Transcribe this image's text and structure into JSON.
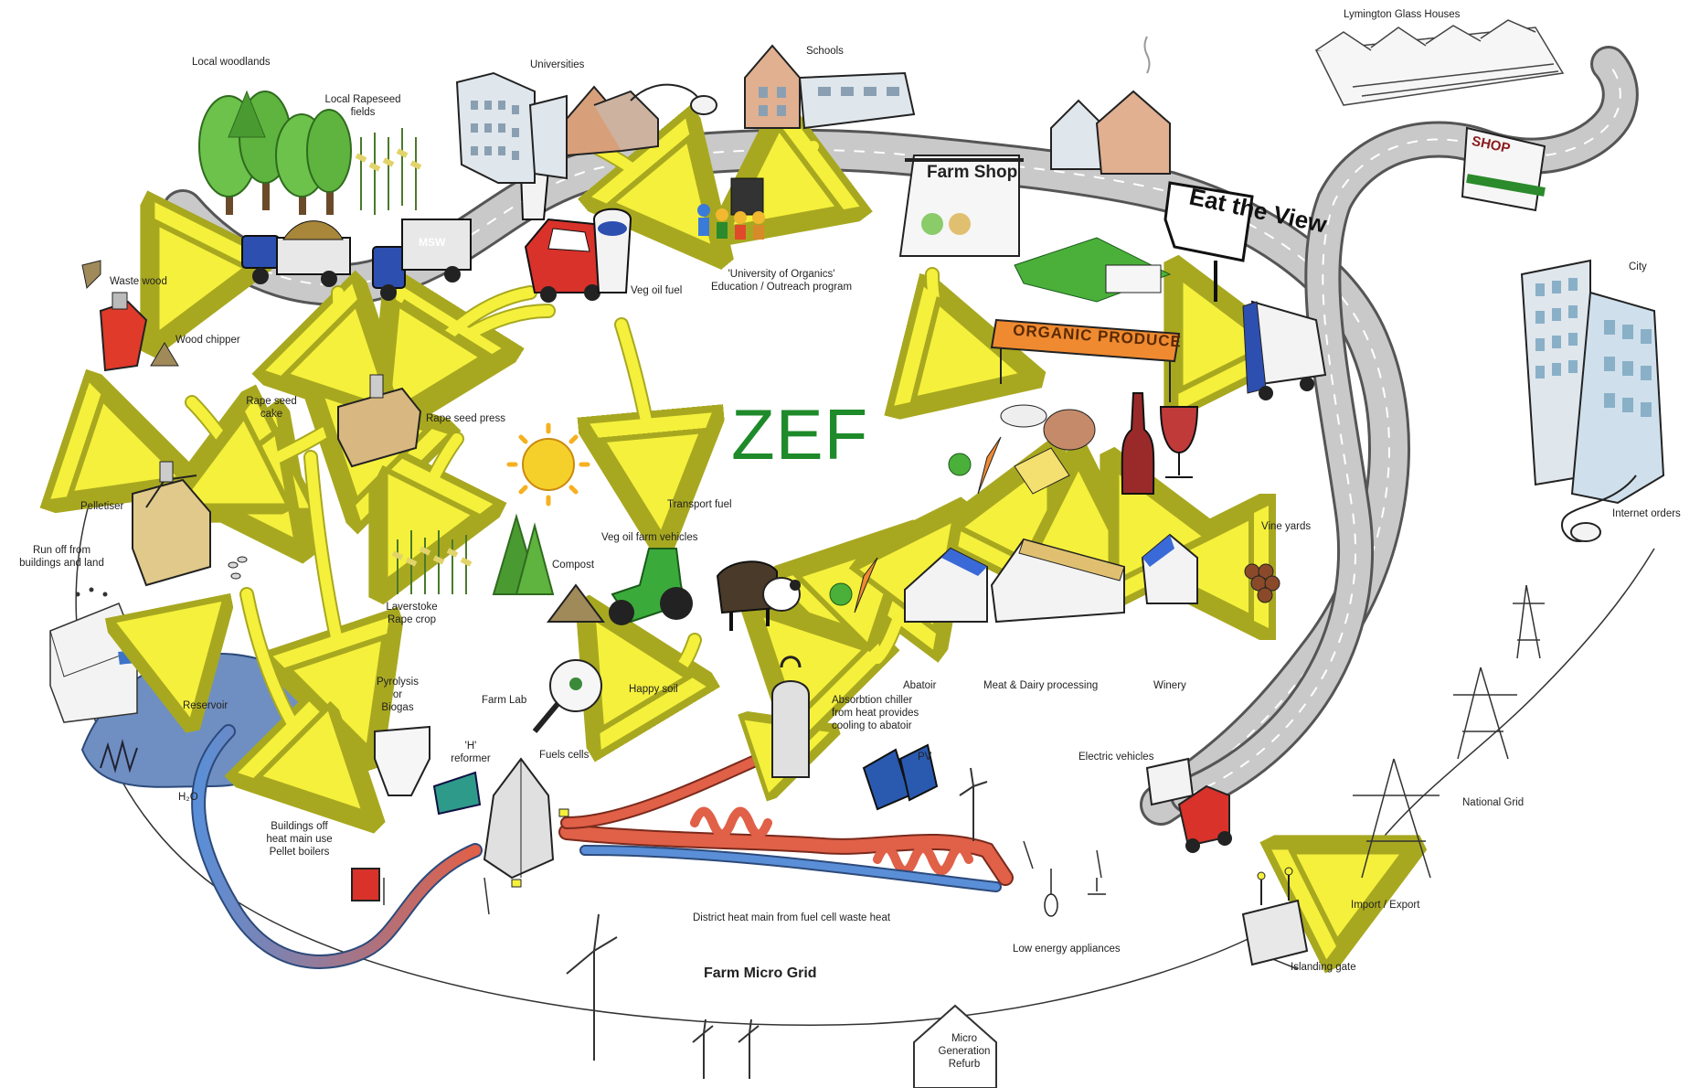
{
  "title": "ZEF",
  "micro_grid_title": "Farm Micro Grid",
  "signs": {
    "farm_shop": "Farm Shop",
    "eat_the_view": "Eat the View",
    "organic_produce": "ORGANIC PRODUCE",
    "shop": "SHOP",
    "msw": "MSW"
  },
  "labels": {
    "lymington": "Lymington Glass Houses",
    "local_woodlands": "Local woodlands",
    "local_rapeseed_1": "Local Rapeseed",
    "local_rapeseed_2": "fields",
    "universities": "Universities",
    "schools": "Schools",
    "univ_org_1": "'University of Organics'",
    "univ_org_2": "Education / Outreach program",
    "veg_oil_fuel": "Veg oil fuel",
    "waste_wood": "Waste wood",
    "wood_chipper": "Wood chipper",
    "rape_seed_cake_1": "Rape seed",
    "rape_seed_cake_2": "cake",
    "rape_seed_press": "Rape seed press",
    "pelletiser": "Pelletiser",
    "run_off_1": "Run off from",
    "run_off_2": "buildings and land",
    "reservoir": "Reservoir",
    "h2o": "H₂O",
    "laverstoke_1": "Laverstoke",
    "laverstoke_2": "Rape crop",
    "compost": "Compost",
    "transport_fuel": "Transport fuel",
    "veg_oil_vehicles": "Veg oil farm vehicles",
    "happy_soil": "Happy soil",
    "farm_lab": "Farm Lab",
    "pyrolysis_1": "Pyrolysis",
    "pyrolysis_2": "or",
    "pyrolysis_3": "Biogas",
    "h_reformer_1": "'H'",
    "h_reformer_2": "reformer",
    "fuels_cells": "Fuels cells",
    "buildings_off_1": "Buildings off",
    "buildings_off_2": "heat main use",
    "buildings_off_3": "Pellet boilers",
    "absorption_1": "Absorbtion chiller",
    "absorption_2": "from heat provides",
    "absorption_3": "cooling to abatoir",
    "pv": "PV",
    "district_heat": "District heat main from fuel cell waste heat",
    "low_energy": "Low energy appliances",
    "micro_gen_1": "Micro",
    "micro_gen_2": "Generation",
    "micro_gen_3": "Refurb",
    "abatoir": "Abatoir",
    "meat_dairy": "Meat & Dairy processing",
    "winery": "Winery",
    "vine_yards": "Vine yards",
    "city": "City",
    "internet_orders": "Internet orders",
    "electric_vehicles": "Electric vehicles",
    "national_grid": "National Grid",
    "import_export": "Import / Export",
    "islanding_gate": "Islanding gate"
  },
  "colors": {
    "flow_arrow": "#f5f03c",
    "flow_arrow_edge": "#a8a820",
    "road": "#c9c9c9",
    "heat_main": "#e06048",
    "cold_main": "#5a8fd8",
    "reservoir": "#6f8fc2",
    "zef_green": "#1e8a2a",
    "banner": "#f08a30"
  },
  "icons": [
    "tree-icon",
    "truck-icon",
    "car-icon",
    "building-icon",
    "house-icon",
    "sun-icon",
    "tractor-icon",
    "cow-icon",
    "sheep-icon",
    "wine-bottle-icon",
    "wine-glass-icon",
    "grapes-icon",
    "wind-turbine-icon",
    "pylon-icon",
    "solar-panel-icon",
    "mouse-icon",
    "tank-icon",
    "boiler-icon",
    "bulb-icon",
    "greenhouse-icon",
    "skyscraper-icon"
  ]
}
